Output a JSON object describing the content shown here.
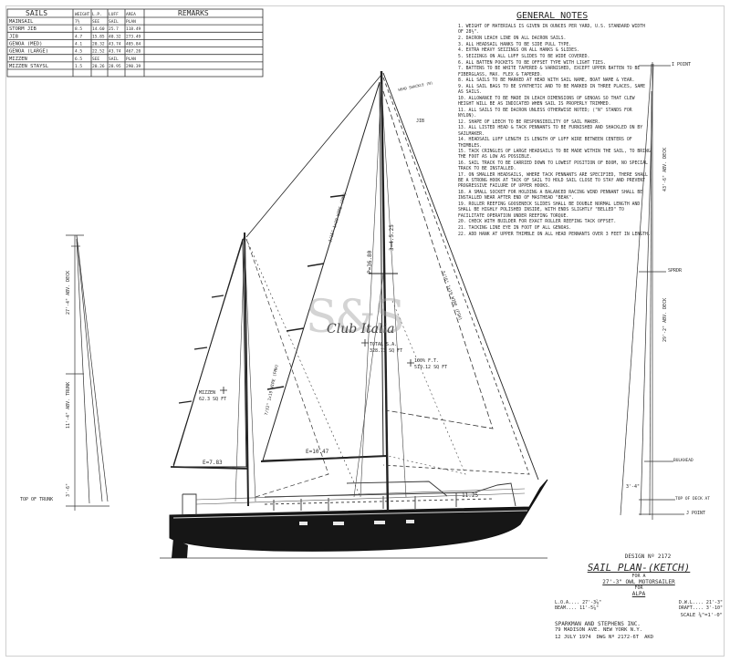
{
  "sails_table": {
    "headers": [
      "SAILS",
      "WEIGHT",
      "L.P.",
      "LUFF",
      "AREA",
      "REMARKS"
    ],
    "rows": [
      [
        "MAINSAIL",
        "7½",
        "SEE",
        "SAIL",
        "PLAN",
        ""
      ],
      [
        "STORM JIB",
        "8.5",
        "14.60",
        "25.7",
        "118.49",
        ""
      ],
      [
        "JIB",
        "4.7",
        "15.85",
        "40.32",
        "273.49",
        ""
      ],
      [
        "GENOA (MED)",
        "4.1",
        "20.32",
        "43.74",
        "405.84",
        ""
      ],
      [
        "GENOA (LARGE)",
        "4.5",
        "22.52",
        "43.74",
        "467.20",
        ""
      ],
      [
        "MIZZEN",
        "6.5",
        "SEE",
        "SAIL",
        "PLAN",
        ""
      ],
      [
        "MIZZEN STAYSL",
        "1.5",
        "20.26",
        "28.95",
        "290.39",
        ""
      ]
    ]
  },
  "general_notes": {
    "title": "GENERAL NOTES",
    "items": [
      "1. WEIGHT OF MATERIALS IS GIVEN IN OUNCES PER YARD, U.S. STANDARD WIDTH OF 28½\".",
      "2. DACRON LEACH LINE ON ALL DACRON SAILS.",
      "3. ALL HEADSAIL HANKS TO BE SIDE PULL TYPE.",
      "4. EXTRA HEAVY SEIZINGS ON ALL HANKS & SLIDES.",
      "5. SEIZINGS ON ALL LUFF SLIDES TO BE WIDE COVERED.",
      "6. ALL BATTEN POCKETS TO BE OFFSET TYPE WITH LIGHT TIES.",
      "7. BATTENS TO BE WHITE TAPERED & VARNISHED, EXCEPT UPPER BATTEN TO BE FIBERGLASS, MAX. FLEX & TAPERED.",
      "8. ALL SAILS TO BE MARKED AT HEAD WITH SAIL NAME, BOAT NAME & YEAR.",
      "9. ALL SAIL BAGS TO BE SYNTHETIC AND TO BE MARKED IN THREE PLACES, SAME AS SAILS.",
      "10. ALLOWANCE TO BE MADE IN LEACH DIMENSIONS OF GENOAS SO THAT CLEW HEIGHT WILL BE AS INDICATED WHEN SAIL IS PROPERLY TRIMMED.",
      "11. ALL SAILS TO BE DACRON UNLESS OTHERWISE NOTED; (\"N\" STANDS FOR NYLON).",
      "12. SHAPE OF LEECH TO BE RESPONSIBILITY OF SAIL MAKER.",
      "13. ALL LISTED HEAD & TACK PENNANTS TO BE FURNISHED AND SHACKLED ON BY SAILMAKER.",
      "14. HEADSAIL LUFF LENGTH IS LENGTH OF LUFF WIRE BETWEEN CENTERS OF THIMBLES.",
      "15. TACK CRINGLES OF LARGE HEADSAILS TO BE MADE WITHIN THE SAIL, TO BRING THE FOOT AS LOW AS POSSIBLE.",
      "16. SAIL TRACK TO BE CARRIED DOWN TO LOWEST POSITION OF BOOM, NO SPECIAL TRACK TO BE INSTALLED.",
      "17. ON SMALLER HEADSAILS, WHERE TACK PENNANTS ARE SPECIFIED, THERE SHALL BE A STRONG HOOK AT TACK OF SAIL TO HOLD SAIL CLOSE TO STAY AND PREVENT PROGRESSIVE FAILURE OF UPPER HOOKS.",
      "18. A SMALL SOCKET FOR HOLDING A BALANCED RACING WIND PENNANT SHALL BE INSTALLED NEAR AFTER END OF MASTHEAD \"BEAK\".",
      "19. ROLLER REEFING GOOSENECK SLIDES SHALL BE DOUBLE NORMAL LENGTH AND SHALL BE HIGHLY POLISHED INSIDE, WITH ENDS SLIGHTLY \"BELLED\" TO FACILITATE OPERATION UNDER REEFING TORQUE.",
      "20. CHECK WITH BUILDER FOR EXACT ROLLER REEFING TACK OFFSET.",
      "21. TACKING LINE EYE IN FOOT OF ALL GENOAS.",
      "22. ADD HANK AT UPPER THIMBLE ON ALL HEAD PENNANTS OVER 3 FEET IN LENGTH."
    ]
  },
  "title_block": {
    "design_no": "DESIGN Nº 2172",
    "title": "SAIL PLAN-(KETCH)",
    "for_label": "FOR A",
    "boat": "27'-3\" OWL MOTORSAILER",
    "for2": "FOR",
    "owner": "ALPA",
    "loa": "L.O.A.... 27'-3⅞\"",
    "dwl": "D.W.L.... 21'-3\"",
    "beam": "BEAM.... 11'-5⅞\"",
    "draft": "DRAFT.... 3'-10\"",
    "scale": "SCALE ⅜\"=1'-0\"",
    "firm": "SPARKMAN AND STEPHENS INC.",
    "address": "79 MADISON AVE. NEW YORK N.Y.",
    "date": "12 JULY 1974",
    "dwg": "DWG Nº 2172-6T",
    "initials": "AKD"
  },
  "watermark": {
    "line1": "S&S",
    "line2": "Club Italia"
  },
  "dimensions": {
    "left_top": "27'-4\" ABV. DECK",
    "left_mid": "11'-4\" ABV. TRUNK",
    "left_low": "3'-6\"",
    "left_foot": "TOP OF TRUNK",
    "right_top": "43'-6\" ABV. DECK",
    "right_mid": "29'-2\" ABV. DECK",
    "right_pt1": "I POINT",
    "right_pt2": "J POINT",
    "right_spreader": "SPRDR",
    "right_lower": "3'-4\"",
    "right_deck": "TOP OF DECK AT",
    "right_bulkhead": "BULKHEAD",
    "mast_dim_1": "P=36.80",
    "mast_dim_2": "3=4.5.25",
    "boom_e": "E=10.47",
    "mizzen_boom": "E=7.83",
    "wl_dim": "11.25",
    "head_label": "HEAD SHACKLE (N)",
    "jib_label": "JIB",
    "mizzen_label": "MIZZEN",
    "mizzen_area": "62.3 SQ FT",
    "total_label": "TOTAL S.A.",
    "total_val": "328.73 SQ FT",
    "main_area": "100% F.T.",
    "main_area2": "519.12 SQ FT",
    "luff_main": "3/16\" 1x19 WIRE (FMH)",
    "luff_jib": "5/16\" 1x19 WIRE (FSH)",
    "mizzen_luff": "7/32\" 1x19 WIRE (FMH)"
  }
}
